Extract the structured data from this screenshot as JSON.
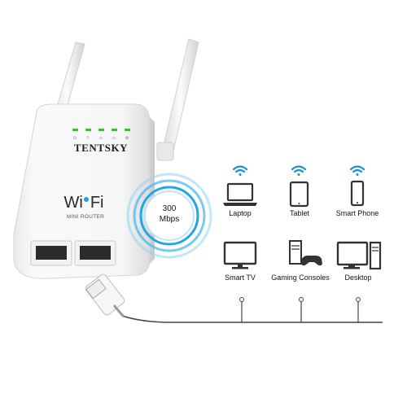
{
  "product": {
    "brand": "TENTSKY",
    "wifi_logo_left": "Wi",
    "wifi_logo_right": "Fi",
    "subtitle": "MINI ROUTER"
  },
  "signal": {
    "speed": "300",
    "unit": "Mbps",
    "color": "#22a7e0"
  },
  "devices": [
    {
      "label": "Laptop",
      "icon": "laptop-icon",
      "wifi": true
    },
    {
      "label": "Tablet",
      "icon": "tablet-icon",
      "wifi": true
    },
    {
      "label": "Smart Phone",
      "icon": "smartphone-icon",
      "wifi": true
    },
    {
      "label": "Smart TV",
      "icon": "smart-tv-icon",
      "wifi": false
    },
    {
      "label": "Gaming Consoles",
      "icon": "gaming-console-icon",
      "wifi": false
    },
    {
      "label": "Desktop",
      "icon": "desktop-icon",
      "wifi": false
    }
  ],
  "colors": {
    "wifi_icon": "#1a8fd6",
    "device_icon": "#333333",
    "led_green": "#34c23a",
    "device_body": "#f3f3f3"
  }
}
